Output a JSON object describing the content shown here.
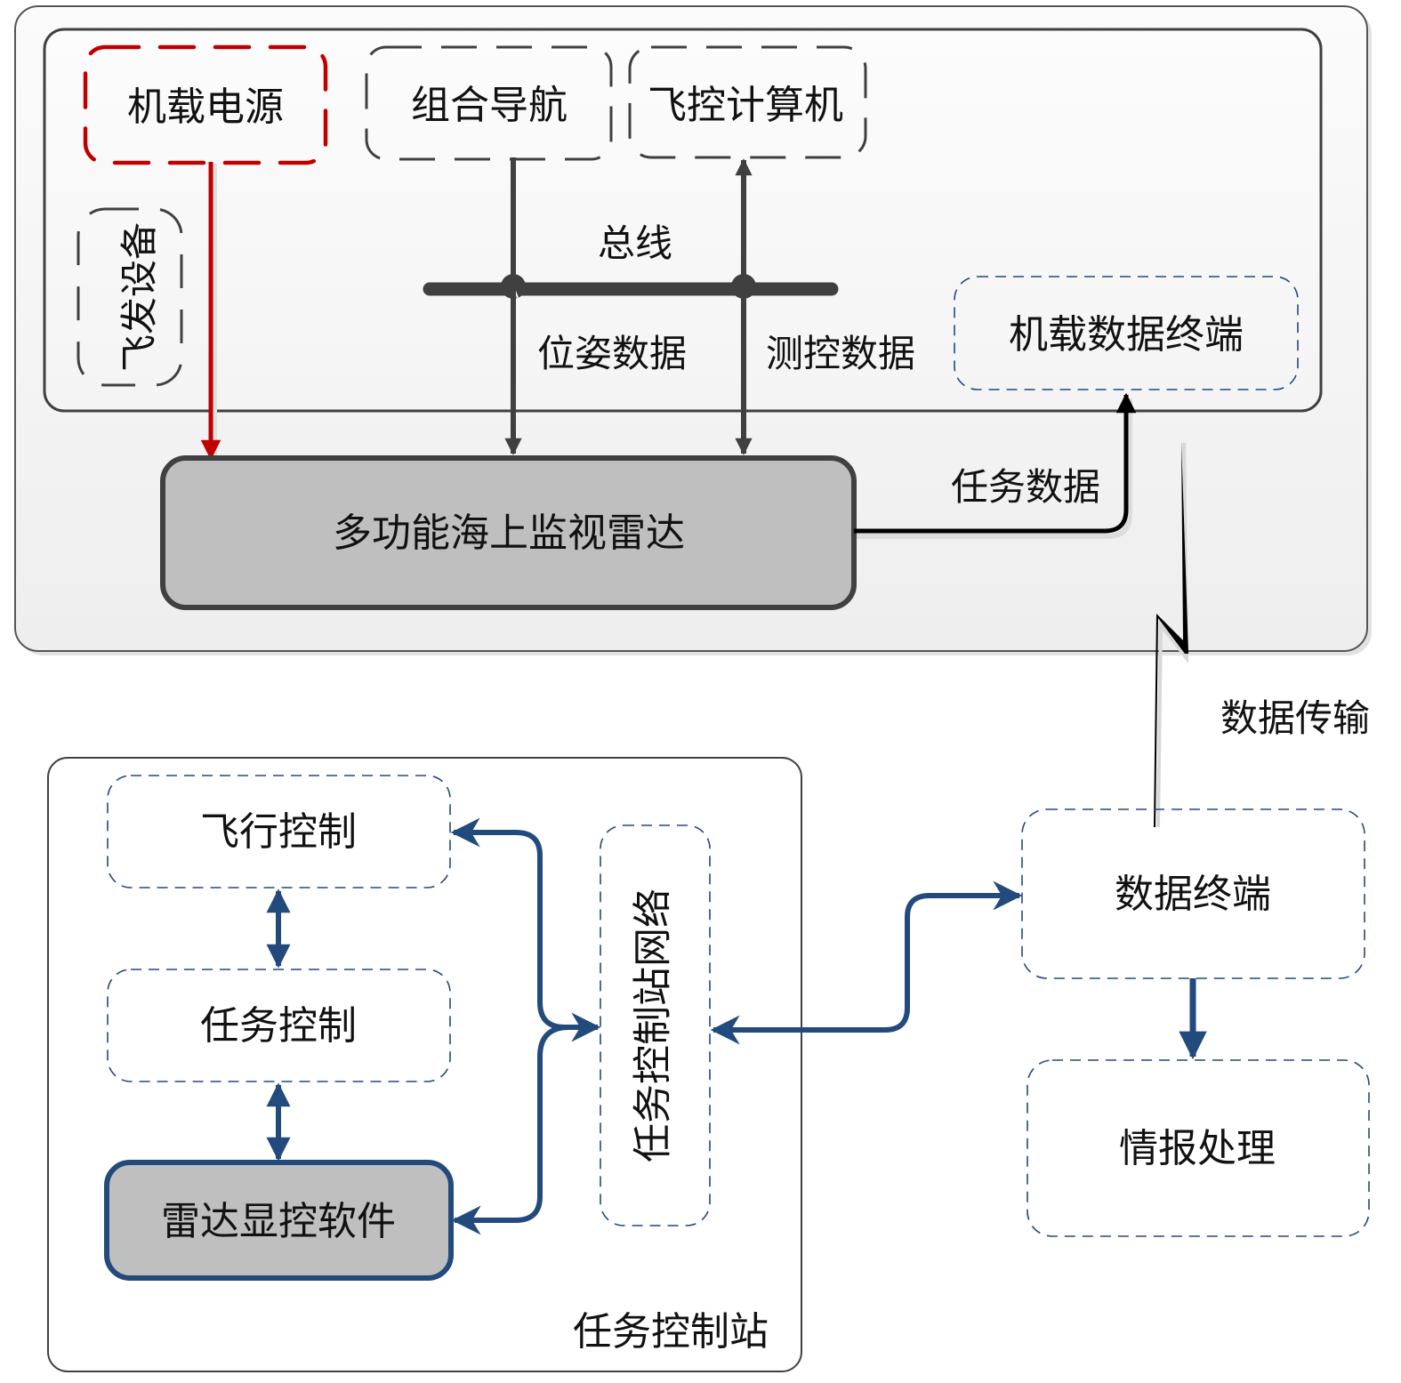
{
  "diagram": {
    "colors": {
      "outer_frame_stroke": "#444444",
      "outer_frame_fill_top": "#fbfbfb",
      "outer_frame_fill_bottom": "#efefef",
      "dark_line": "#404040",
      "power_red": "#c00000",
      "navy": "#224a7c",
      "radar_fill": "#bfbfbf",
      "black": "#000000"
    },
    "airborne": {
      "nodes": {
        "power": "机载电源",
        "integrated_nav": "组合导航",
        "flight_computer": "飞控计算机",
        "launch_equipment": "飞发设备",
        "airborne_data_terminal": "机载数据终端",
        "radar": "多功能海上监视雷达"
      },
      "labels": {
        "bus": "总线",
        "pose_data": "位姿数据",
        "tt_data": "测控数据",
        "mission_data": "任务数据"
      }
    },
    "link_label": "数据传输",
    "ground_station": {
      "title": "任务控制站",
      "nodes": {
        "flight_control": "飞行控制",
        "mission_control": "任务控制",
        "radar_display_software": "雷达显控软件",
        "station_network": "任务控制站网络"
      }
    },
    "ground_external": {
      "data_terminal": "数据终端",
      "intel_processing": "情报处理"
    },
    "edges": [
      {
        "from": "power",
        "to": "radar",
        "style": "red-arrow"
      },
      {
        "from": "integrated_nav",
        "to": "radar",
        "label": "pose_data",
        "via": "bus"
      },
      {
        "from": "radar",
        "to": "flight_computer",
        "label": "tt_data",
        "via": "bus",
        "bidirectional": true
      },
      {
        "from": "radar",
        "to": "airborne_data_terminal",
        "label": "mission_data"
      },
      {
        "from": "airborne_data_terminal",
        "to": "data_terminal",
        "label": "link_label",
        "style": "lightning"
      },
      {
        "from": "data_terminal",
        "to": "station_network",
        "bidirectional": true
      },
      {
        "from": "data_terminal",
        "to": "intel_processing"
      },
      {
        "from": "station_network",
        "to": "flight_control",
        "bidirectional": true
      },
      {
        "from": "station_network",
        "to": "radar_display_software",
        "bidirectional": true
      },
      {
        "from": "flight_control",
        "to": "mission_control",
        "bidirectional": true
      },
      {
        "from": "mission_control",
        "to": "radar_display_software",
        "bidirectional": true
      }
    ]
  }
}
